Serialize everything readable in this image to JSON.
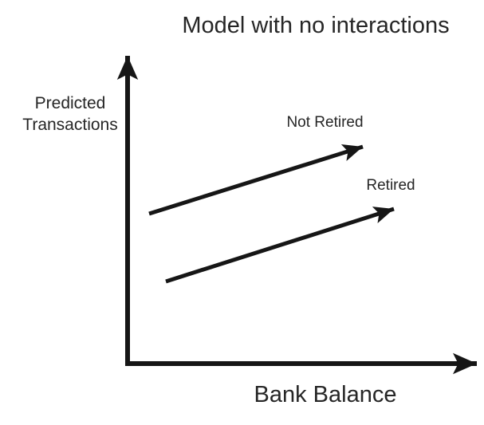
{
  "diagram": {
    "title": "Model with no interactions",
    "y_axis_label_lines": [
      "Predicted",
      "Transactions"
    ],
    "x_axis_label": "Bank Balance",
    "lines": [
      {
        "label": "Not Retired",
        "position": "upper",
        "trend": "increasing"
      },
      {
        "label": "Retired",
        "position": "lower",
        "trend": "increasing"
      }
    ],
    "colors": {
      "ink": "#161616",
      "background": "#ffffff"
    }
  }
}
